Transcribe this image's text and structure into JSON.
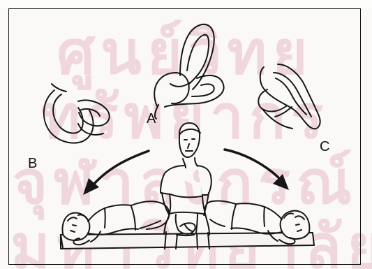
{
  "figure": {
    "labels": {
      "a": "A",
      "b": "B",
      "c": "C"
    },
    "watermark": {
      "line1": "ศูนย์วิทยทรัพยากร",
      "line2": "จุฬาลงกรณ์มหาวิทยาลัย"
    }
  }
}
